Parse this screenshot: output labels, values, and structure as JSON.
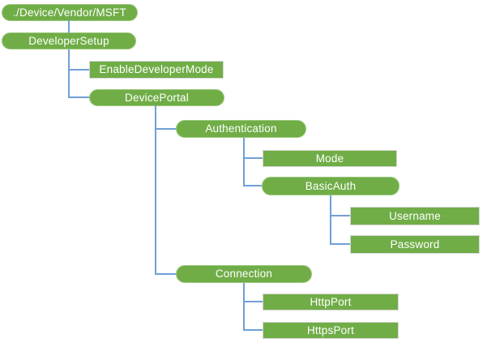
{
  "diagram": {
    "description": "Configuration service provider tree diagram",
    "colors": {
      "node_fill": "#70AD47",
      "pill_node_border": "#9CC87C",
      "rect_node_border": "#D8D8D8",
      "connector": "#6FA0D8",
      "node_text": "#FFFFFF",
      "background": "#FFFFFF"
    },
    "nodes": {
      "root": {
        "label": "./Device/Vendor/MSFT",
        "shape": "rounded",
        "parent": null
      },
      "developerSetup": {
        "label": "DeveloperSetup",
        "shape": "rounded",
        "parent": "root"
      },
      "enableDeveloperMode": {
        "label": "EnableDeveloperMode",
        "shape": "rect",
        "parent": "developerSetup"
      },
      "devicePortal": {
        "label": "DevicePortal",
        "shape": "rounded",
        "parent": "developerSetup"
      },
      "authentication": {
        "label": "Authentication",
        "shape": "rounded",
        "parent": "devicePortal"
      },
      "mode": {
        "label": "Mode",
        "shape": "rect",
        "parent": "authentication"
      },
      "basicAuth": {
        "label": "BasicAuth",
        "shape": "rounded",
        "parent": "authentication"
      },
      "username": {
        "label": "Username",
        "shape": "rect",
        "parent": "basicAuth"
      },
      "password": {
        "label": "Password",
        "shape": "rect",
        "parent": "basicAuth"
      },
      "connection": {
        "label": "Connection",
        "shape": "rounded",
        "parent": "devicePortal"
      },
      "httpPort": {
        "label": "HttpPort",
        "shape": "rect",
        "parent": "connection"
      },
      "httpsPort": {
        "label": "HttpsPort",
        "shape": "rect",
        "parent": "connection"
      }
    }
  }
}
